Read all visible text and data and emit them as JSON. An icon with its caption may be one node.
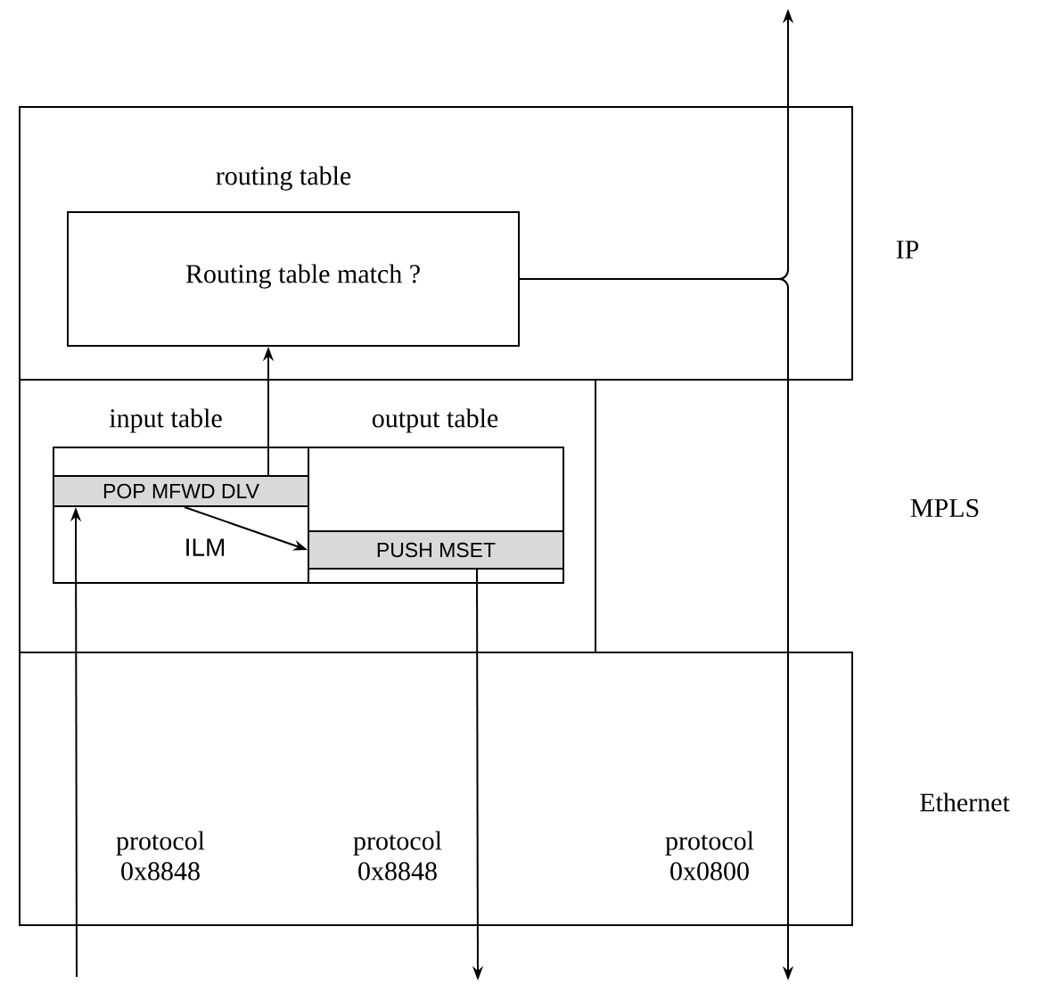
{
  "diagram": {
    "nodes": [
      {
        "text": [
          "IP"
        ]
      },
      {
        "text": [
          "routing table",
          "Routing table match ?"
        ],
        "in": 0
      },
      {
        "text": [],
        "shape": "box"
      },
      {
        "text": [
          "input table",
          "ILM"
        ],
        "in": 2
      },
      {
        "text": [
          "output table"
        ],
        "in": 2
      },
      {
        "text": [
          "POP MFWD DLV"
        ],
        "in": 3
      },
      {
        "text": [
          "PUSH MSET"
        ],
        "in": 4
      },
      {
        "text": [
          "Ethernet"
        ]
      }
    ],
    "edges": [
      {
        "from": null,
        "to": 5,
        "arrow": "to"
      },
      {
        "from": 5,
        "to": 1,
        "arrow": "to"
      },
      {
        "from": 5,
        "to": 6,
        "arrow": "to"
      },
      {
        "from": 6,
        "to": null,
        "arrow": "to"
      },
      {
        "from": 1,
        "to": null,
        "arrow": "to"
      },
      {
        "from": 1,
        "to": null,
        "arrow": "to"
      }
    ],
    "labels": [
      "MPLS",
      "protocol 0x8848",
      "protocol 0x8848",
      "protocol 0x0800"
    ]
  }
}
